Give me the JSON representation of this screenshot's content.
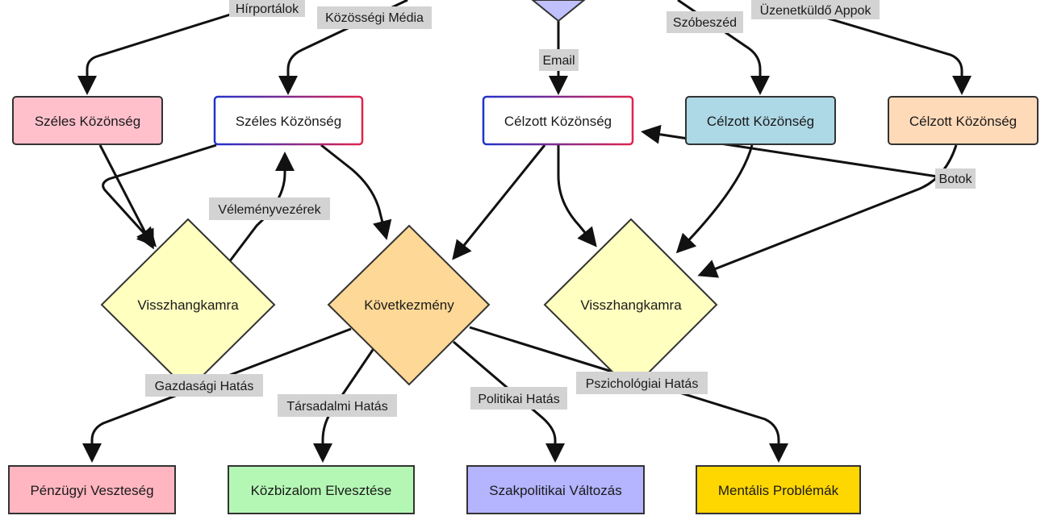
{
  "nodes": {
    "broad_1": {
      "label": "Széles Közönség",
      "fill": "#ffc0cb"
    },
    "broad_2": {
      "label": "Széles Közönség",
      "fill": "#ffffff"
    },
    "targeted_1": {
      "label": "Célzott Közönség",
      "fill": "#ffffff"
    },
    "targeted_2": {
      "label": "Célzott Közönség",
      "fill": "#add8e6"
    },
    "targeted_3": {
      "label": "Célzott Közönség",
      "fill": "#ffdab9"
    },
    "echo_1": {
      "label": "Visszhangkamra",
      "fill": "#ffffc0"
    },
    "consequence": {
      "label": "Következmény",
      "fill": "#fdd896"
    },
    "echo_2": {
      "label": "Visszhangkamra",
      "fill": "#ffffc0"
    },
    "financial_loss": {
      "label": "Pénzügyi Veszteség",
      "fill": "#ffb6c1"
    },
    "trust_loss": {
      "label": "Közbizalom Elvesztése",
      "fill": "#b4f7b4"
    },
    "policy_change": {
      "label": "Szakpolitikai Változás",
      "fill": "#b4b4ff"
    },
    "mental_problems": {
      "label": "Mentális Problémák",
      "fill": "#ffd700"
    },
    "top_diamond": {
      "label": "",
      "fill": "#c0c0ff"
    }
  },
  "edge_labels": {
    "news_portals": "Hírportálok",
    "social_media": "Közösségi Média",
    "email": "Email",
    "word_of_mouth": "Szóbeszéd",
    "messaging_apps": "Üzenetküldő Appok",
    "opinion_leaders": "Véleményvezérek",
    "bots": "Botok",
    "economic_impact": "Gazdasági Hatás",
    "social_impact": "Társadalmi Hatás",
    "political_impact": "Politikai Hatás",
    "psychological_impact": "Pszichológiai Hatás"
  },
  "colors": {
    "gradient_start": "#2233cc",
    "gradient_end": "#e0234e",
    "node_border": "#333333",
    "edge": "#111111",
    "label_bg": "#d3d3d3"
  }
}
